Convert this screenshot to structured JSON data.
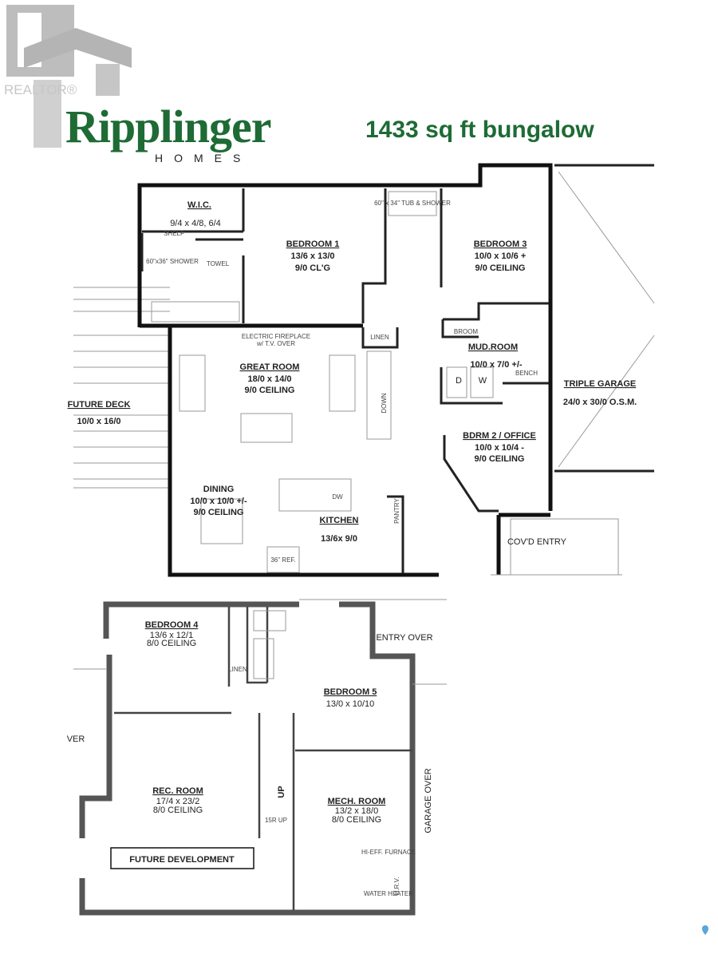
{
  "watermark": {
    "text": "REALTOR®"
  },
  "logo": {
    "brand": "Ripplinger",
    "sub": "HOMES",
    "color": "#1e6b35"
  },
  "title": "1433 sq ft bungalow",
  "main_floor": {
    "wic": {
      "name": "W.I.C.",
      "dims": "9/4 x 4/8, 6/4"
    },
    "shelf": "SHELF",
    "shower": "60\"x36\" SHOWER",
    "towel": "TOWEL",
    "bedroom1": {
      "name": "BEDROOM 1",
      "dims": "13/6 x 13/0",
      "ceiling": "9/0 CL'G"
    },
    "tub": "60\" x 34\" TUB & SHOWER",
    "bedroom3": {
      "name": "BEDROOM 3",
      "dims": "10/0 x 10/6 +",
      "ceiling": "9/0 CEILING"
    },
    "fireplace": "ELECTRIC FIREPLACE",
    "fireplace_note": "w/ T.V. OVER",
    "linen": "LINEN",
    "broom": "BROOM",
    "mudroom": {
      "name": "MUD.ROOM",
      "dims": "10/0 x 7/0 +/-"
    },
    "bench": "BENCH",
    "dryer": "D",
    "washer": "W",
    "great_room": {
      "name": "GREAT ROOM",
      "dims": "18/0 x 14/0",
      "ceiling": "9/0 CEILING"
    },
    "down": "DOWN",
    "future_deck": {
      "name": "FUTURE DECK",
      "dims": "10/0 x 16/0"
    },
    "triple_garage": {
      "name": "TRIPLE GARAGE",
      "dims": "24/0 x 30/0 O.S.M."
    },
    "bdrm2": {
      "name": "BDRM 2 / OFFICE",
      "dims": "10/0 x 10/4 -",
      "ceiling": "9/0 CEILING"
    },
    "dining": {
      "name": "DINING",
      "dims": "10/0 x 10/0 +/-",
      "ceiling": "9/0 CEILING"
    },
    "dw": "DW",
    "kitchen": {
      "name": "KITCHEN",
      "dims": "13/6x 9/0"
    },
    "pantry": "PANTRY",
    "ref": "36\" REF.",
    "covd_entry": "COV'D ENTRY"
  },
  "basement": {
    "bedroom4": {
      "name": "BEDROOM 4",
      "dims": "13/6 x 12/1",
      "ceiling": "8/0 CEILING"
    },
    "linen": "LINEN",
    "entry_over": "ENTRY OVER",
    "bedroom5": {
      "name": "BEDROOM 5",
      "dims": "13/0 x 10/10"
    },
    "deck_over": "VER",
    "rec_room": {
      "name": "REC. ROOM",
      "dims": "17/4 x 23/2",
      "ceiling": "8/0 CEILING"
    },
    "up": "UP",
    "stairs": "15R UP",
    "mech_room": {
      "name": "MECH. ROOM",
      "dims": "13/2 x 18/0",
      "ceiling": "8/0 CEILING"
    },
    "furnace": "HI-EFF. FURNACE",
    "hrv": "H.R.V.",
    "water_heater": "WATER HEATER",
    "garage_over": "GARAGE OVER",
    "future_development": "FUTURE DEVELOPMENT"
  }
}
